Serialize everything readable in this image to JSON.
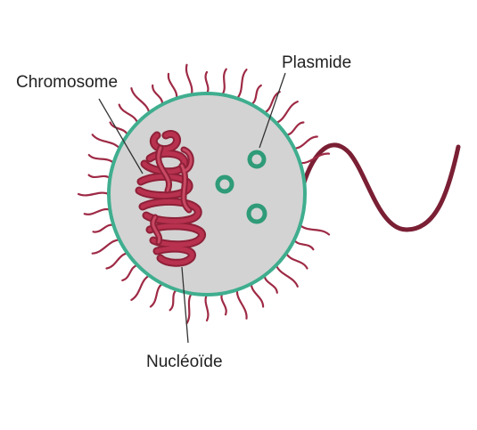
{
  "labels": {
    "chromosome": "Chromosome",
    "plasmid": "Plasmide",
    "nucleoid": "Nucléoïde"
  },
  "colors": {
    "background": "#ffffff",
    "cytoplasm": "#d3d3d3",
    "membrane": "#3fae8f",
    "dna": "#b8324f",
    "dna_dark": "#8e2038",
    "pili": "#9e2a45",
    "flagellum": "#7a1f34",
    "plasmid": "#2f9b78",
    "leader_line": "#333333",
    "text": "#222222"
  }
}
